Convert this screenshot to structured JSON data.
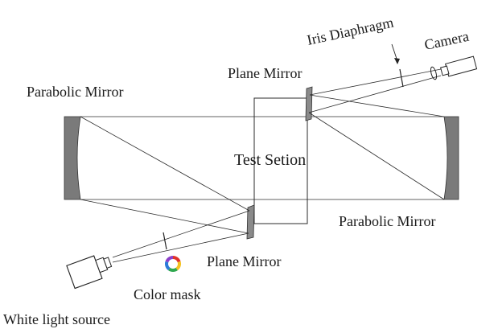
{
  "labels": {
    "iris_diaphragm": "Iris Diaphragm",
    "camera": "Camera",
    "plane_mirror_top": "Plane Mirror",
    "parabolic_mirror_left": "Parabolic Mirror",
    "test_section": "Test Setion",
    "parabolic_mirror_right": "Parabolic Mirror",
    "plane_mirror_bottom": "Plane Mirror",
    "color_mask": "Color mask",
    "white_light_source": "White light source"
  },
  "colors": {
    "ink": "#2b2b2b",
    "mirror_fill": "#7a7a7a",
    "plane_mirror_fill": "#8a8a8a",
    "mask_ring": [
      "#e0342b",
      "#f4c21f",
      "#2fa84f",
      "#2b7bd9",
      "#8b3fc9"
    ]
  }
}
